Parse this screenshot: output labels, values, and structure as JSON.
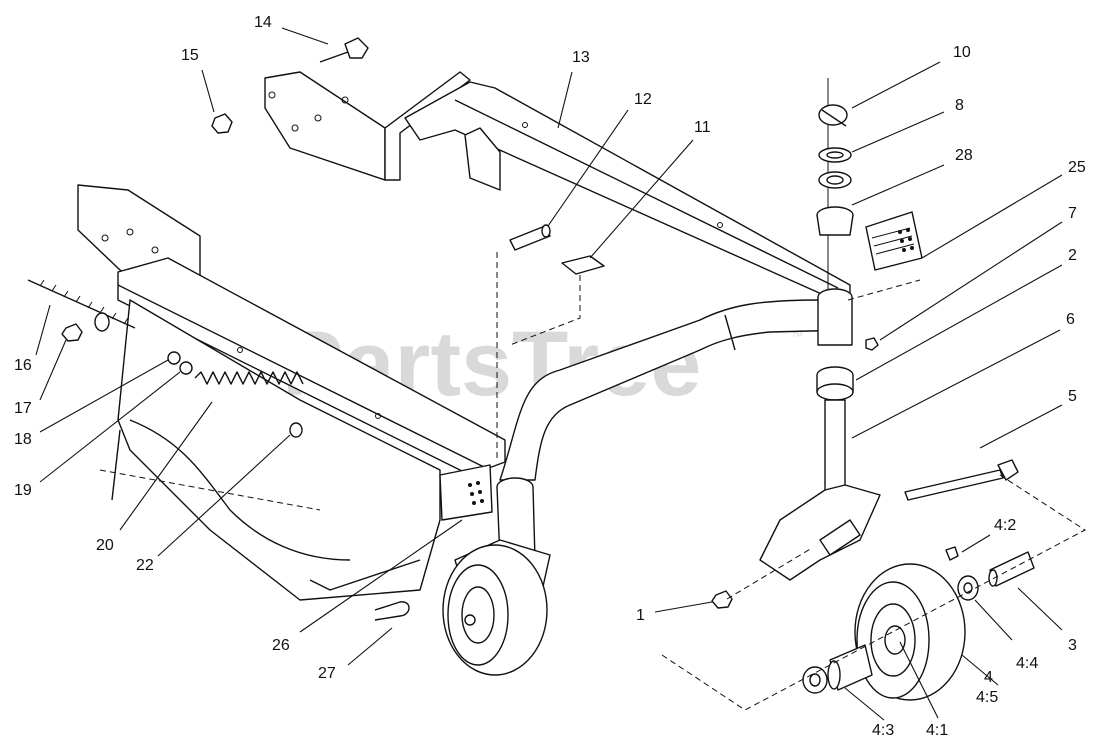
{
  "diagram": {
    "watermark": "PartsTree",
    "trademark": "™",
    "callouts": {
      "c1": "1",
      "c2": "2",
      "c3": "3",
      "c4": "4",
      "c4_1": "4:1",
      "c4_2": "4:2",
      "c4_3": "4:3",
      "c4_4": "4:4",
      "c4_5": "4:5",
      "c5": "5",
      "c6": "6",
      "c7": "7",
      "c8": "8",
      "c10": "10",
      "c11": "11",
      "c12": "12",
      "c13": "13",
      "c14": "14",
      "c15": "15",
      "c16": "16",
      "c17": "17",
      "c18": "18",
      "c19": "19",
      "c20": "20",
      "c22": "22",
      "c25": "25",
      "c26": "26",
      "c27": "27",
      "c28": "28"
    }
  }
}
